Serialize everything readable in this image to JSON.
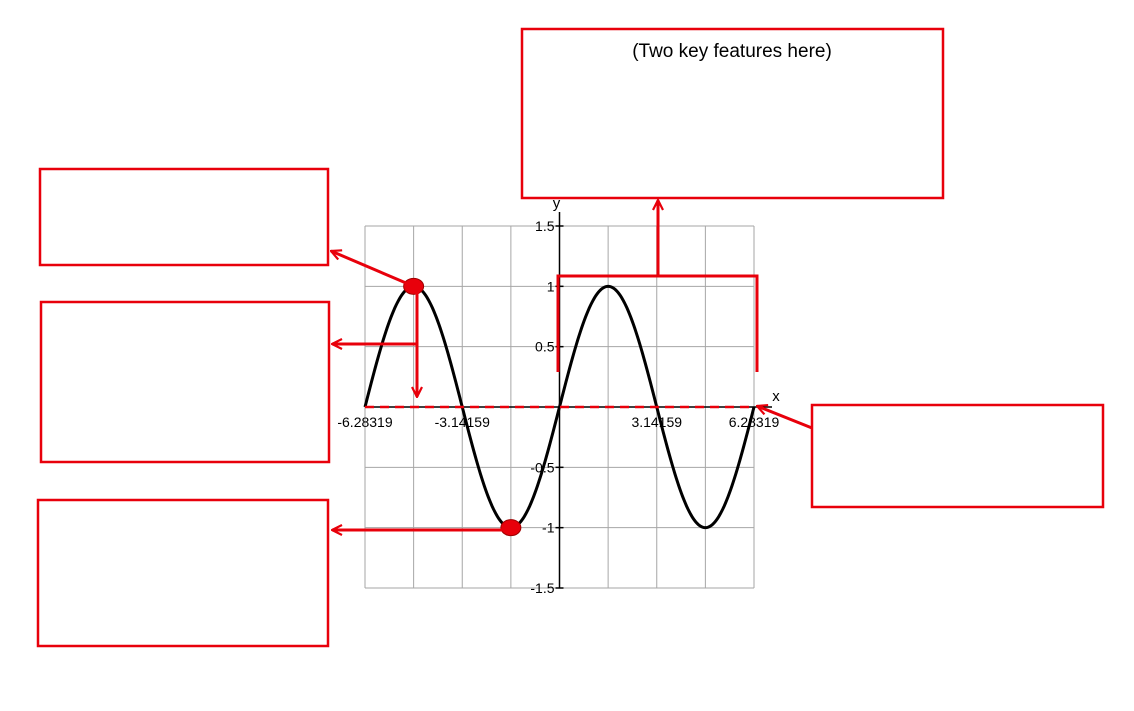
{
  "colors": {
    "accent": "#e8000b",
    "curve": "#000000",
    "grid": "#a6a6a6"
  },
  "prompt_text": "(Two key features here)",
  "chart_data": {
    "type": "line",
    "function": "y = sin(x)",
    "xlim": [
      -6.28319,
      6.28319
    ],
    "ylim": [
      -1.5,
      1.5
    ],
    "x_tick_labels": [
      "-6.28319",
      "-3.14159",
      "3.14159",
      "6.28319"
    ],
    "x_tick_values": [
      -6.28319,
      -3.14159,
      3.14159,
      6.28319
    ],
    "y_tick_labels": [
      "1.5",
      "1",
      "0.5",
      "-0.5",
      "-1",
      "-1.5"
    ],
    "y_tick_values": [
      1.5,
      1,
      0.5,
      -0.5,
      -1,
      -1.5
    ],
    "xlabel": "x",
    "ylabel": "y",
    "grid": true,
    "highlighted_points": [
      {
        "x": -4.71239,
        "y": 1
      },
      {
        "x": -1.5708,
        "y": -1
      }
    ],
    "midline_y": 0
  }
}
